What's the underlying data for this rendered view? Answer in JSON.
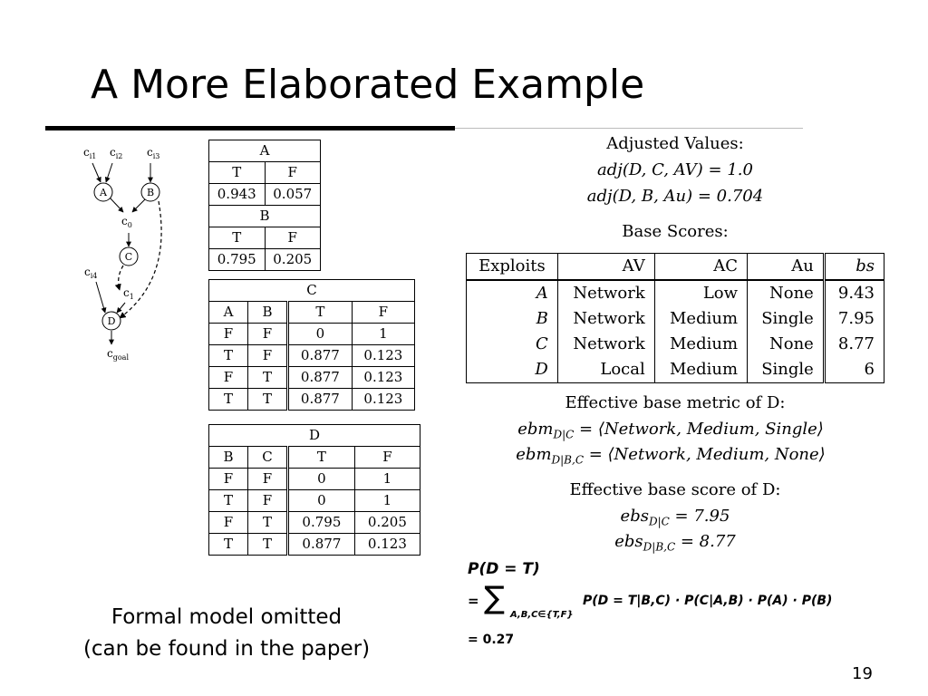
{
  "title": "A More Elaborated Example",
  "graph": {
    "nodes": {
      "a": "A",
      "b": "B",
      "c": "C",
      "d": "D"
    },
    "labels": {
      "ci1": {
        "base": "c",
        "sub": "i1"
      },
      "ci2": {
        "base": "c",
        "sub": "i2"
      },
      "ci3": {
        "base": "c",
        "sub": "i3"
      },
      "c0": {
        "base": "c",
        "sub": "0"
      },
      "ci4": {
        "base": "c",
        "sub": "i4"
      },
      "c1": {
        "base": "c",
        "sub": "1"
      },
      "cgoal": {
        "base": "c",
        "sub": "goal"
      }
    }
  },
  "cpt": {
    "a": {
      "title": "A",
      "headers": [
        "T",
        "F"
      ],
      "rows": [
        [
          "0.943",
          "0.057"
        ]
      ]
    },
    "b": {
      "title": "B",
      "headers": [
        "T",
        "F"
      ],
      "rows": [
        [
          "0.795",
          "0.205"
        ]
      ]
    },
    "c": {
      "title": "C",
      "headers": [
        "A",
        "B",
        "T",
        "F"
      ],
      "rows": [
        [
          "F",
          "F",
          "0",
          "1"
        ],
        [
          "T",
          "F",
          "0.877",
          "0.123"
        ],
        [
          "F",
          "T",
          "0.877",
          "0.123"
        ],
        [
          "T",
          "T",
          "0.877",
          "0.123"
        ]
      ]
    },
    "d": {
      "title": "D",
      "headers": [
        "B",
        "C",
        "T",
        "F"
      ],
      "rows": [
        [
          "F",
          "F",
          "0",
          "1"
        ],
        [
          "T",
          "F",
          "0",
          "1"
        ],
        [
          "F",
          "T",
          "0.795",
          "0.205"
        ],
        [
          "T",
          "T",
          "0.877",
          "0.123"
        ]
      ]
    }
  },
  "adjusted": {
    "heading": "Adjusted Values:",
    "line1": "adj(D, C, AV) = 1.0",
    "line2": "adj(D, B, Au) = 0.704"
  },
  "base_scores": {
    "heading": "Base Scores:",
    "headers": [
      "Exploits",
      "AV",
      "AC",
      "Au",
      "bs"
    ],
    "rows": [
      [
        "A",
        "Network",
        "Low",
        "None",
        "9.43"
      ],
      [
        "B",
        "Network",
        "Medium",
        "Single",
        "7.95"
      ],
      [
        "C",
        "Network",
        "Medium",
        "None",
        "8.77"
      ],
      [
        "D",
        "Local",
        "Medium",
        "Single",
        "6"
      ]
    ]
  },
  "ebm": {
    "heading": "Effective base metric of D:",
    "line1": "ebm",
    "line1_sub": "D|C",
    "line1_rest": " = ⟨Network, Medium, Single⟩",
    "line2": "ebm",
    "line2_sub": "D|B,C",
    "line2_rest": " = ⟨Network, Medium, None⟩"
  },
  "ebs": {
    "heading": "Effective base score of D:",
    "line1": "ebs",
    "line1_sub": "D|C",
    "line1_rest": " = 7.95",
    "line2": "ebs",
    "line2_sub": "D|B,C",
    "line2_rest": " = 8.77"
  },
  "probability": {
    "line1": "P(D = T)",
    "eq": "=",
    "sigma": "∑",
    "sigma_sub": "A,B,C∈{T,F}",
    "terms": "P(D = T|B,C) · P(C|A,B) · P(A) · P(B)",
    "result": "= 0.27"
  },
  "caption": {
    "line1": "Formal model omitted",
    "line2": "(can be found in the paper)"
  },
  "page_number": "19"
}
